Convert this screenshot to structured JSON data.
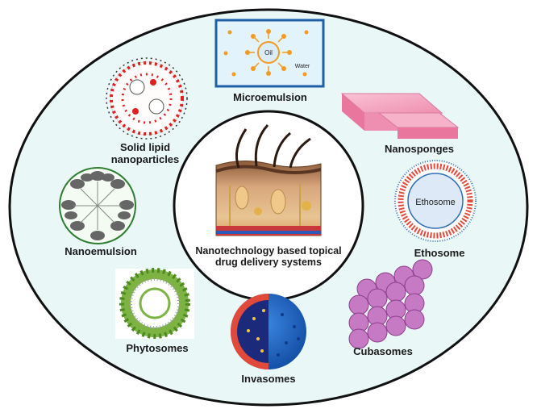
{
  "center": {
    "line1": "Nanotechnology based topical",
    "line2": "drug delivery systems"
  },
  "items": {
    "microemulsion": {
      "label": "Microemulsion",
      "inner_oil": "Oil",
      "inner_water": "Water"
    },
    "nanosponges": {
      "label": "Nanosponges"
    },
    "ethosome": {
      "label": "Ethosome",
      "inner": "Ethosome"
    },
    "cubasomes": {
      "label": "Cubasomes"
    },
    "invasomes": {
      "label": "Invasomes"
    },
    "phytosomes": {
      "label": "Phytosomes"
    },
    "nanoemulsion": {
      "label": "Nanoemulsion"
    },
    "sln": {
      "label_line1": "Solid lipid",
      "label_line2": "nanoparticles"
    }
  },
  "colors": {
    "background_ellipse": "#e9f7f6",
    "outline": "#111111",
    "microemulsion_frame": "#1f5fa8",
    "orange": "#f29a22",
    "pink": "#f3a6c2",
    "ethosome_blue": "#2f6fb5",
    "ethosome_red": "#e14a3b",
    "cubasome_purple": "#c77ac4",
    "invasome_blue": "#1d5fbf",
    "invasome_navy": "#1b2a7a",
    "phytosome_green": "#7cb342",
    "nanoemulsion_gray": "#666666",
    "sln_red": "#e02020"
  }
}
